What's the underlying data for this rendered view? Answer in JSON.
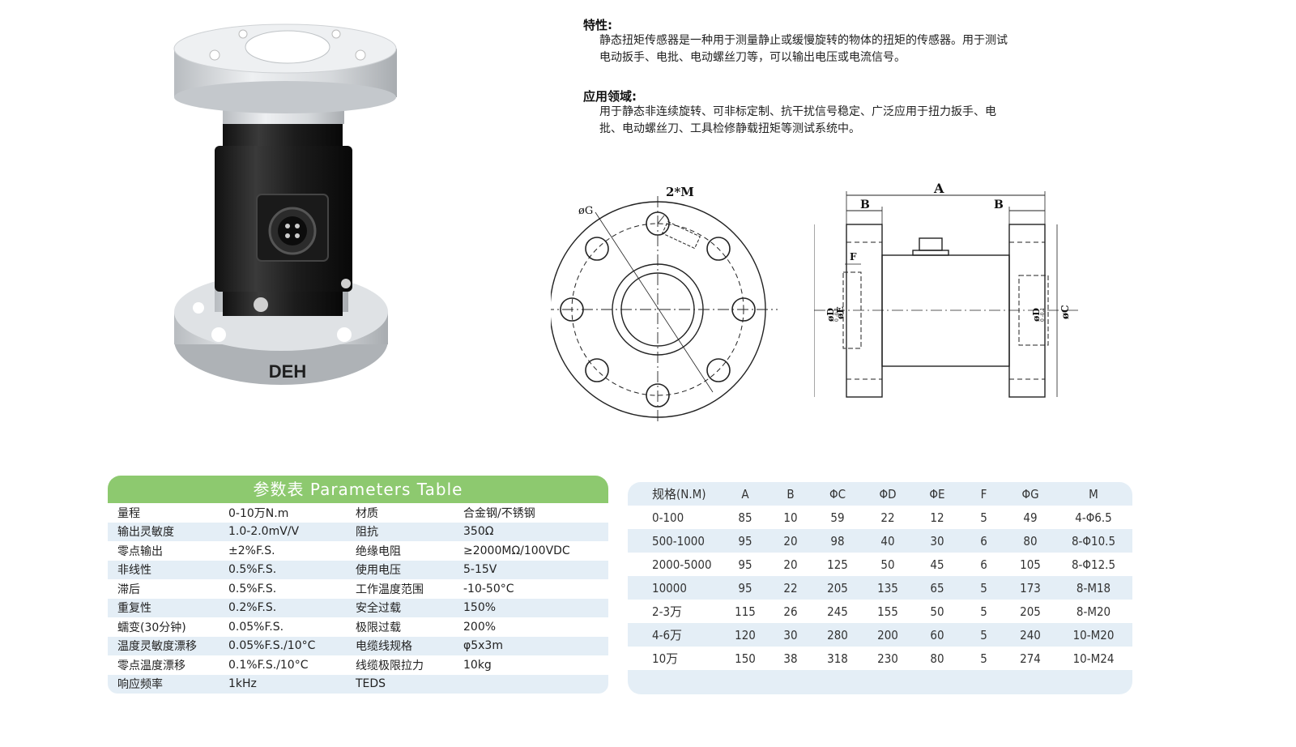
{
  "features": {
    "title": "特性:",
    "lines": [
      "静态扭矩传感器是一种用于测量静止或缓慢旋转的物体的扭矩的传感器。用于测试",
      "电动扳手、电批、电动螺丝刀等，可以输出电压或电流信号。"
    ]
  },
  "applications": {
    "title": "应用领域:",
    "lines": [
      "用于静态非连续旋转、可非标定制、抗干扰信号稳定、广泛应用于扭力扳手、电",
      "批、电动螺丝刀、工具检修静载扭矩等测试系统中。"
    ]
  },
  "product": {
    "brand": "DEH"
  },
  "front_view": {
    "label_g": "øG",
    "label_m": "2*M"
  },
  "side_view": {
    "label_a": "A",
    "label_b": "B",
    "label_f": "F",
    "label_c": "øC",
    "label_d": "øD",
    "label_d_tol": "0 -0.1",
    "label_e": "øE"
  },
  "params": {
    "title": "参数表  Parameters Table",
    "rows": [
      [
        "量程",
        "0-10万N.m",
        "材质",
        "合金钢/不锈钢"
      ],
      [
        "输出灵敏度",
        "1.0-2.0mV/V",
        "阻抗",
        "350Ω"
      ],
      [
        "零点输出",
        "±2%F.S.",
        "绝缘电阻",
        "≥2000MΩ/100VDC"
      ],
      [
        "非线性",
        "0.5%F.S.",
        "使用电压",
        "5-15V"
      ],
      [
        "滞后",
        "0.5%F.S.",
        "工作温度范围",
        "-10-50°C"
      ],
      [
        "重复性",
        "0.2%F.S.",
        "安全过载",
        "150%"
      ],
      [
        "蠕变(30分钟)",
        "0.05%F.S.",
        "极限过载",
        "200%"
      ],
      [
        "温度灵敏度漂移",
        "0.05%F.S./10°C",
        "电缆线规格",
        "φ5x3m"
      ],
      [
        "零点温度漂移",
        "0.1%F.S./10°C",
        "线缆极限拉力",
        "10kg"
      ],
      [
        "响应频率",
        "1kHz",
        "TEDS",
        ""
      ]
    ]
  },
  "specs": {
    "headers": [
      "规格(N.M)",
      "A",
      "B",
      "ΦC",
      "ΦD",
      "ΦE",
      "F",
      "ΦG",
      "M"
    ],
    "rows": [
      [
        "0-100",
        "85",
        "10",
        "59",
        "22",
        "12",
        "5",
        "49",
        "4-Φ6.5"
      ],
      [
        "500-1000",
        "95",
        "20",
        "98",
        "40",
        "30",
        "6",
        "80",
        "8-Φ10.5"
      ],
      [
        "2000-5000",
        "95",
        "20",
        "125",
        "50",
        "45",
        "6",
        "105",
        "8-Φ12.5"
      ],
      [
        "10000",
        "95",
        "22",
        "205",
        "135",
        "65",
        "5",
        "173",
        "8-M18"
      ],
      [
        "2-3万",
        "115",
        "26",
        "245",
        "155",
        "50",
        "5",
        "205",
        "8-M20"
      ],
      [
        "4-6万",
        "120",
        "30",
        "280",
        "200",
        "60",
        "5",
        "240",
        "10-M20"
      ],
      [
        "10万",
        "150",
        "38",
        "318",
        "230",
        "80",
        "5",
        "274",
        "10-M24"
      ]
    ]
  },
  "colors": {
    "accent_green": "#8dc96f",
    "row_blue": "#e4eef6"
  }
}
